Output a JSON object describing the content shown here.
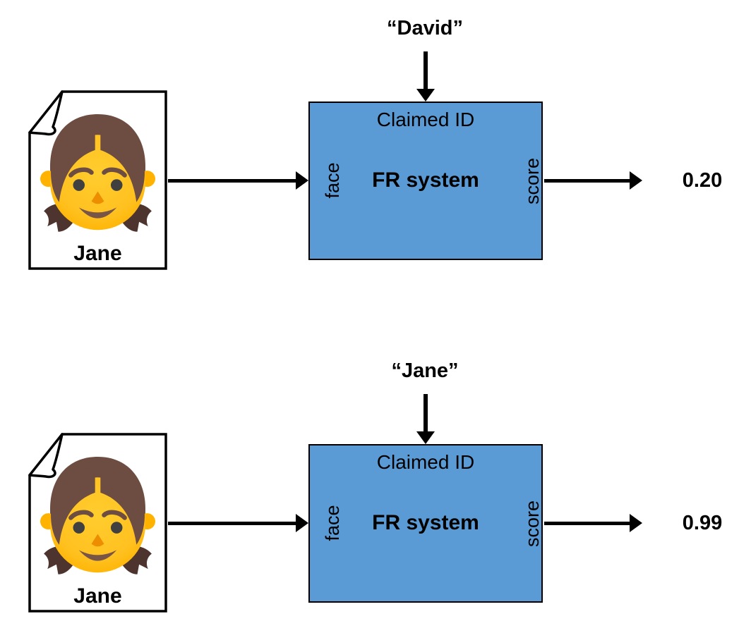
{
  "diagram": {
    "colors": {
      "box_fill": "#5B9BD5",
      "box_border": "#000000",
      "line": "#000000"
    },
    "rows": [
      {
        "claimed_id": "“David”",
        "photo_label": "Jane",
        "box_title": "Claimed ID",
        "box_name": "FR system",
        "input_port": "face",
        "output_port": "score",
        "output_score": "0.20"
      },
      {
        "claimed_id": "“Jane”",
        "photo_label": "Jane",
        "box_title": "Claimed ID",
        "box_name": "FR system",
        "input_port": "face",
        "output_port": "score",
        "output_score": "0.99"
      }
    ]
  }
}
